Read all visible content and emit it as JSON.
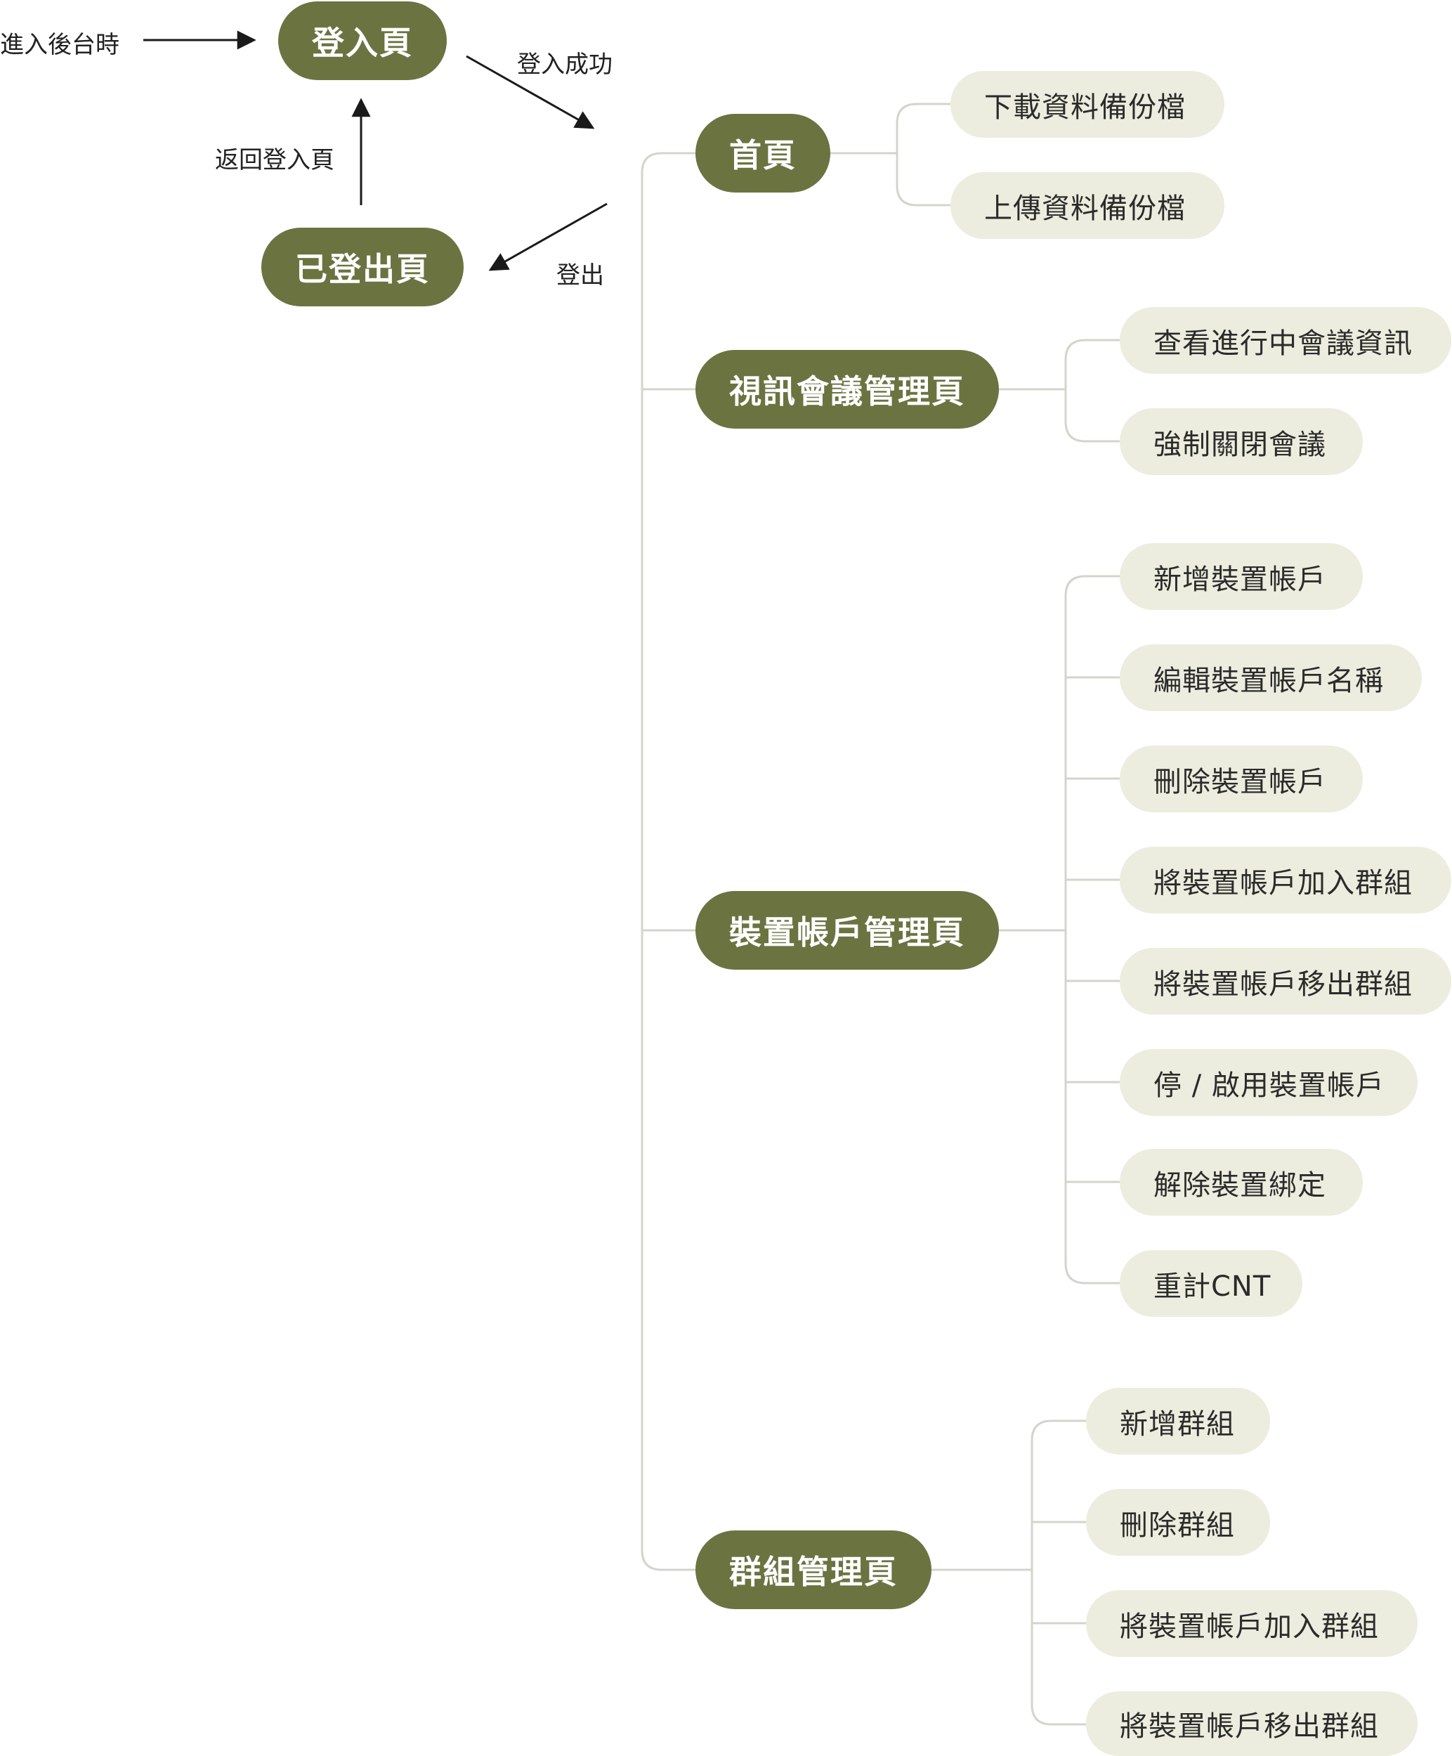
{
  "flow": {
    "entry_label": "進入後台時",
    "login_page": "登入頁",
    "login_success_label": "登入成功",
    "back_to_login_label": "返回登入頁",
    "logged_out_page": "已登出頁",
    "logout_label": "登出"
  },
  "tree": {
    "home": {
      "label": "首頁",
      "children": [
        "下載資料備份檔",
        "上傳資料備份檔"
      ]
    },
    "meeting": {
      "label": "視訊會議管理頁",
      "children": [
        "查看進行中會議資訊",
        "強制關閉會議"
      ]
    },
    "device": {
      "label": "裝置帳戶管理頁",
      "children": [
        "新增裝置帳戶",
        "編輯裝置帳戶名稱",
        "刪除裝置帳戶",
        "將裝置帳戶加入群組",
        "將裝置帳戶移出群組",
        "停 / 啟用裝置帳戶",
        "解除裝置綁定",
        "重計CNT"
      ]
    },
    "group": {
      "label": "群組管理頁",
      "children": [
        "新增群組",
        "刪除群組",
        "將裝置帳戶加入群組",
        "將裝置帳戶移出群組"
      ]
    }
  },
  "colors": {
    "dark_node": "#6b7340",
    "light_node": "#ecedde",
    "connector": "#d4d4cc",
    "arrow": "#1a1a1a"
  }
}
